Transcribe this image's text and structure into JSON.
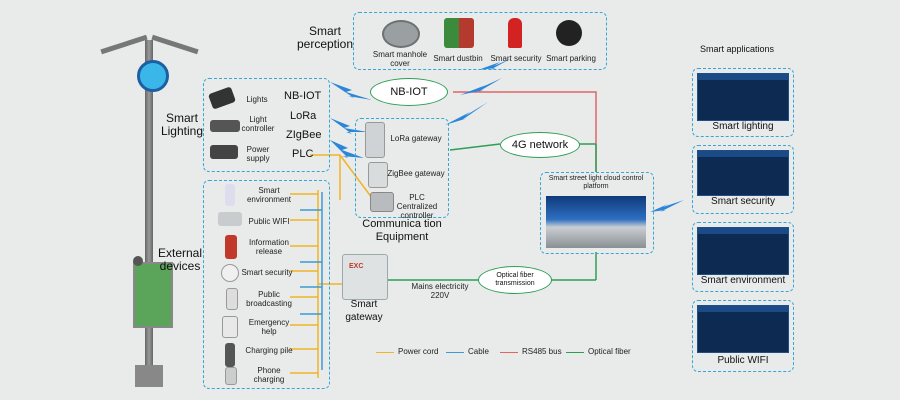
{
  "perception": {
    "title": "Smart\nperception",
    "items": [
      "Smart manhole cover",
      "Smart dustbin",
      "Smart security",
      "Smart parking"
    ]
  },
  "lighting": {
    "title": "Smart\nLighting",
    "items": [
      "Lights",
      "Light controller",
      "Power supply"
    ]
  },
  "protocols": [
    "NB-IOT",
    "LoRa",
    "ZIgBee",
    "PLC"
  ],
  "clouds": {
    "nbiot": "NB-IOT",
    "network4g": "4G network",
    "fiber": "Optical fiber transmission"
  },
  "equipment": {
    "items": [
      "LoRa gateway",
      "ZigBee gateway",
      "PLC Centralized controller"
    ],
    "title": "Communica tion\nEquipment"
  },
  "platform": {
    "title": "Smart street light cloud control platform"
  },
  "external": {
    "title": "External\ndevices",
    "items": [
      "Smart environment",
      "Public WIFI",
      "Information release",
      "Smart security",
      "Public broadcasting",
      "Emergency help",
      "Charging pile",
      "Phone charging"
    ]
  },
  "gateway": {
    "title": "Smart\ngateway",
    "device_text": "EXC",
    "mains": "Mains electricity\n220V"
  },
  "applications": {
    "title": "Smart applications",
    "items": [
      "Smart lighting",
      "Smart security",
      "Smart environment",
      "Public WIFI"
    ]
  },
  "legend": [
    {
      "label": "Power cord",
      "color": "#f0b429"
    },
    {
      "label": "Cable",
      "color": "#3a9bd5"
    },
    {
      "label": "RS485 bus",
      "color": "#e06666"
    },
    {
      "label": "Optical fiber",
      "color": "#2e9e56"
    }
  ],
  "colors": {
    "dashed_border": "#35a7d6",
    "lightning": "#2b86d9",
    "power": "#f0b429",
    "rs485": "#e06666",
    "fiber": "#2e9e56"
  }
}
